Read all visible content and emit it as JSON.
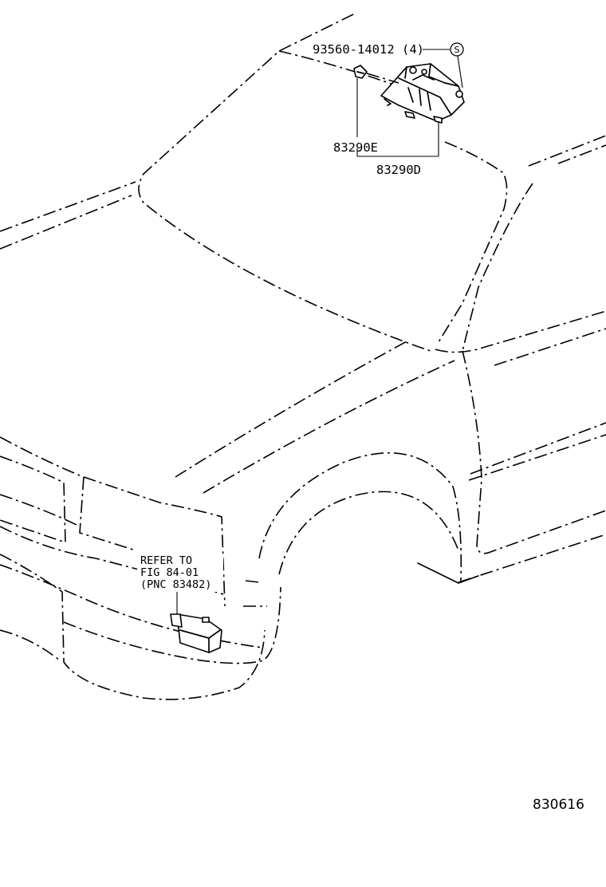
{
  "labels": {
    "fastener_part": "93560-14012 (4)",
    "part_e": "83290E",
    "part_d": "83290D",
    "refer_line1": "REFER TO",
    "refer_line2": "FIG 84-01",
    "refer_line3": "(PNC 83482)",
    "figure_code": "830616",
    "symbol_s": "S"
  }
}
